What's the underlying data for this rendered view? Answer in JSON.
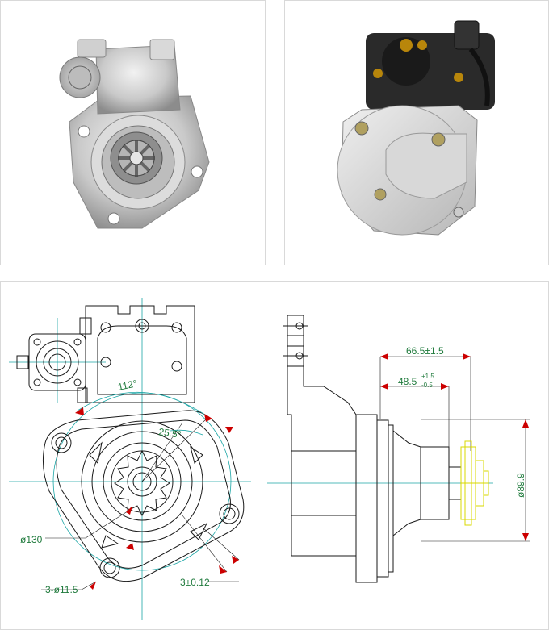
{
  "drawing": {
    "angle_label": "112°",
    "angle_label_2": "25.5°",
    "dim_66": "66.5±1.5",
    "dim_48_main": "48.5",
    "dim_48_tol_upper": "+1.5",
    "dim_48_tol_lower": "-0.5",
    "dim_89": "ø89.9",
    "dim_130": "ø130",
    "dim_holes": "3-ø11.5",
    "dim_pos": "3±0.12"
  },
  "colors": {
    "line": "#1a1a1a",
    "dimension_text": "#1f7a3c",
    "centerline": "#1aa5a5",
    "arrow": "#cc0000",
    "gear_outline": "#d8d800"
  }
}
